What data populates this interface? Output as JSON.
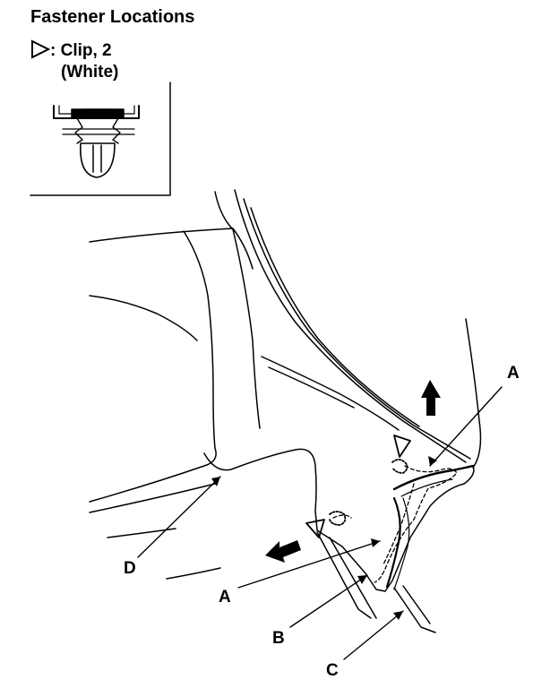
{
  "title": "Fastener Locations",
  "legend": {
    "symbol": "triangle-outline-icon",
    "line1": ": Clip, 2",
    "line2": "(White)"
  },
  "callouts": {
    "a_upper": "A",
    "a_lower": "A",
    "b": "B",
    "c": "C",
    "d": "D"
  }
}
